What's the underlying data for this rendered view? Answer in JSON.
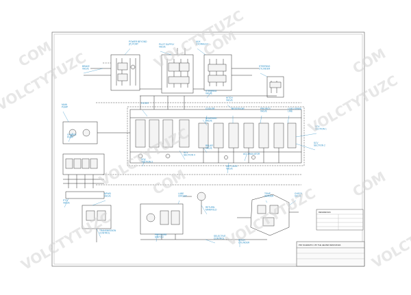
{
  "watermark": {
    "text_a": "VOLCTYTUZC",
    "text_b": "COM",
    "text_c": "VOLCTYTUZC COM"
  },
  "title_block": {
    "title": "PDF SCHEMATIC 2 BY THE HELPER RESOURCES",
    "ref_title": "REFERENCES",
    "ref_line_1": "",
    "ref_line_2": "",
    "note": ""
  },
  "callouts": [
    {
      "id": "c01",
      "line1": "POWER BEYOND",
      "line2": "(P) PORT",
      "line3": ""
    },
    {
      "id": "c02",
      "line1": "PILOT SUPPLY",
      "line2": "VALVE",
      "line3": ""
    },
    {
      "id": "c03",
      "line1": "AUX",
      "line2": "HYDRAULIC",
      "line3": ""
    },
    {
      "id": "c04",
      "line1": "BRAKE",
      "line2": "VALVE",
      "line3": ""
    },
    {
      "id": "c05",
      "line1": "STEERING",
      "line2": "CYLINDER",
      "line3": ""
    },
    {
      "id": "c06",
      "line1": "STEERING",
      "line2": "VALVE",
      "line3": ""
    },
    {
      "id": "c07",
      "line1": "HITCH",
      "line2": "VALVE",
      "line3": ""
    },
    {
      "id": "c08",
      "line1": "MAIN",
      "line2": "PUMP",
      "line3": ""
    },
    {
      "id": "c09",
      "line1": "CHARGE",
      "line2": "PUMP",
      "line3": ""
    },
    {
      "id": "c10",
      "line1": "FILTER",
      "line2": "",
      "line3": ""
    },
    {
      "id": "c11",
      "line1": "COOLER",
      "line2": "",
      "line3": ""
    },
    {
      "id": "c12",
      "line1": "RESERVOIR",
      "line2": "",
      "line3": ""
    },
    {
      "id": "c13",
      "line1": "PRIORITY",
      "line2": "VALVE",
      "line3": ""
    },
    {
      "id": "c14",
      "line1": "LOAD SENSE",
      "line2": "LINE",
      "line3": ""
    },
    {
      "id": "c15",
      "line1": "SCV",
      "line2": "SECTION 1",
      "line3": ""
    },
    {
      "id": "c16",
      "line1": "SCV",
      "line2": "SECTION 2",
      "line3": ""
    },
    {
      "id": "c17",
      "line1": "SCV",
      "line2": "SECTION 3",
      "line3": ""
    },
    {
      "id": "c18",
      "line1": "SCV",
      "line2": "SECTION 4",
      "line3": ""
    },
    {
      "id": "c19",
      "line1": "RELIEF",
      "line2": "VALVE",
      "line3": ""
    },
    {
      "id": "c20",
      "line1": "ACCUMULATOR",
      "line2": "",
      "line3": ""
    },
    {
      "id": "c21",
      "line1": "DIFF LOCK",
      "line2": "VALVE",
      "line3": ""
    },
    {
      "id": "c22",
      "line1": "PTO",
      "line2": "VALVE",
      "line3": ""
    },
    {
      "id": "c23",
      "line1": "MFWD",
      "line2": "VALVE",
      "line3": ""
    },
    {
      "id": "c24",
      "line1": "TRANSMISSION",
      "line2": "CONTROL",
      "line3": ""
    },
    {
      "id": "c25",
      "line1": "LUBE",
      "line2": "CIRCUIT",
      "line3": ""
    },
    {
      "id": "c26",
      "line1": "RETURN",
      "line2": "MANIFOLD",
      "line3": ""
    },
    {
      "id": "c27",
      "line1": "SELECTIVE",
      "line2": "CONTROL",
      "line3": ""
    },
    {
      "id": "c28",
      "line1": "HITCH",
      "line2": "CYLINDER",
      "line3": ""
    },
    {
      "id": "c29",
      "line1": "PRESSURE",
      "line2": "SWITCH",
      "line3": ""
    },
    {
      "id": "c30",
      "line1": "TEMP",
      "line2": "SENDER",
      "line3": ""
    },
    {
      "id": "c31",
      "line1": "CHECK",
      "line2": "VALVE",
      "line3": ""
    },
    {
      "id": "c32",
      "line1": "SOLENOID",
      "line2": "VALVE",
      "line3": ""
    }
  ],
  "colors": {
    "callout": "#2a8fc7",
    "line": "#2b2b2b",
    "frame": "#555555",
    "watermark": "#d4d4d4"
  }
}
